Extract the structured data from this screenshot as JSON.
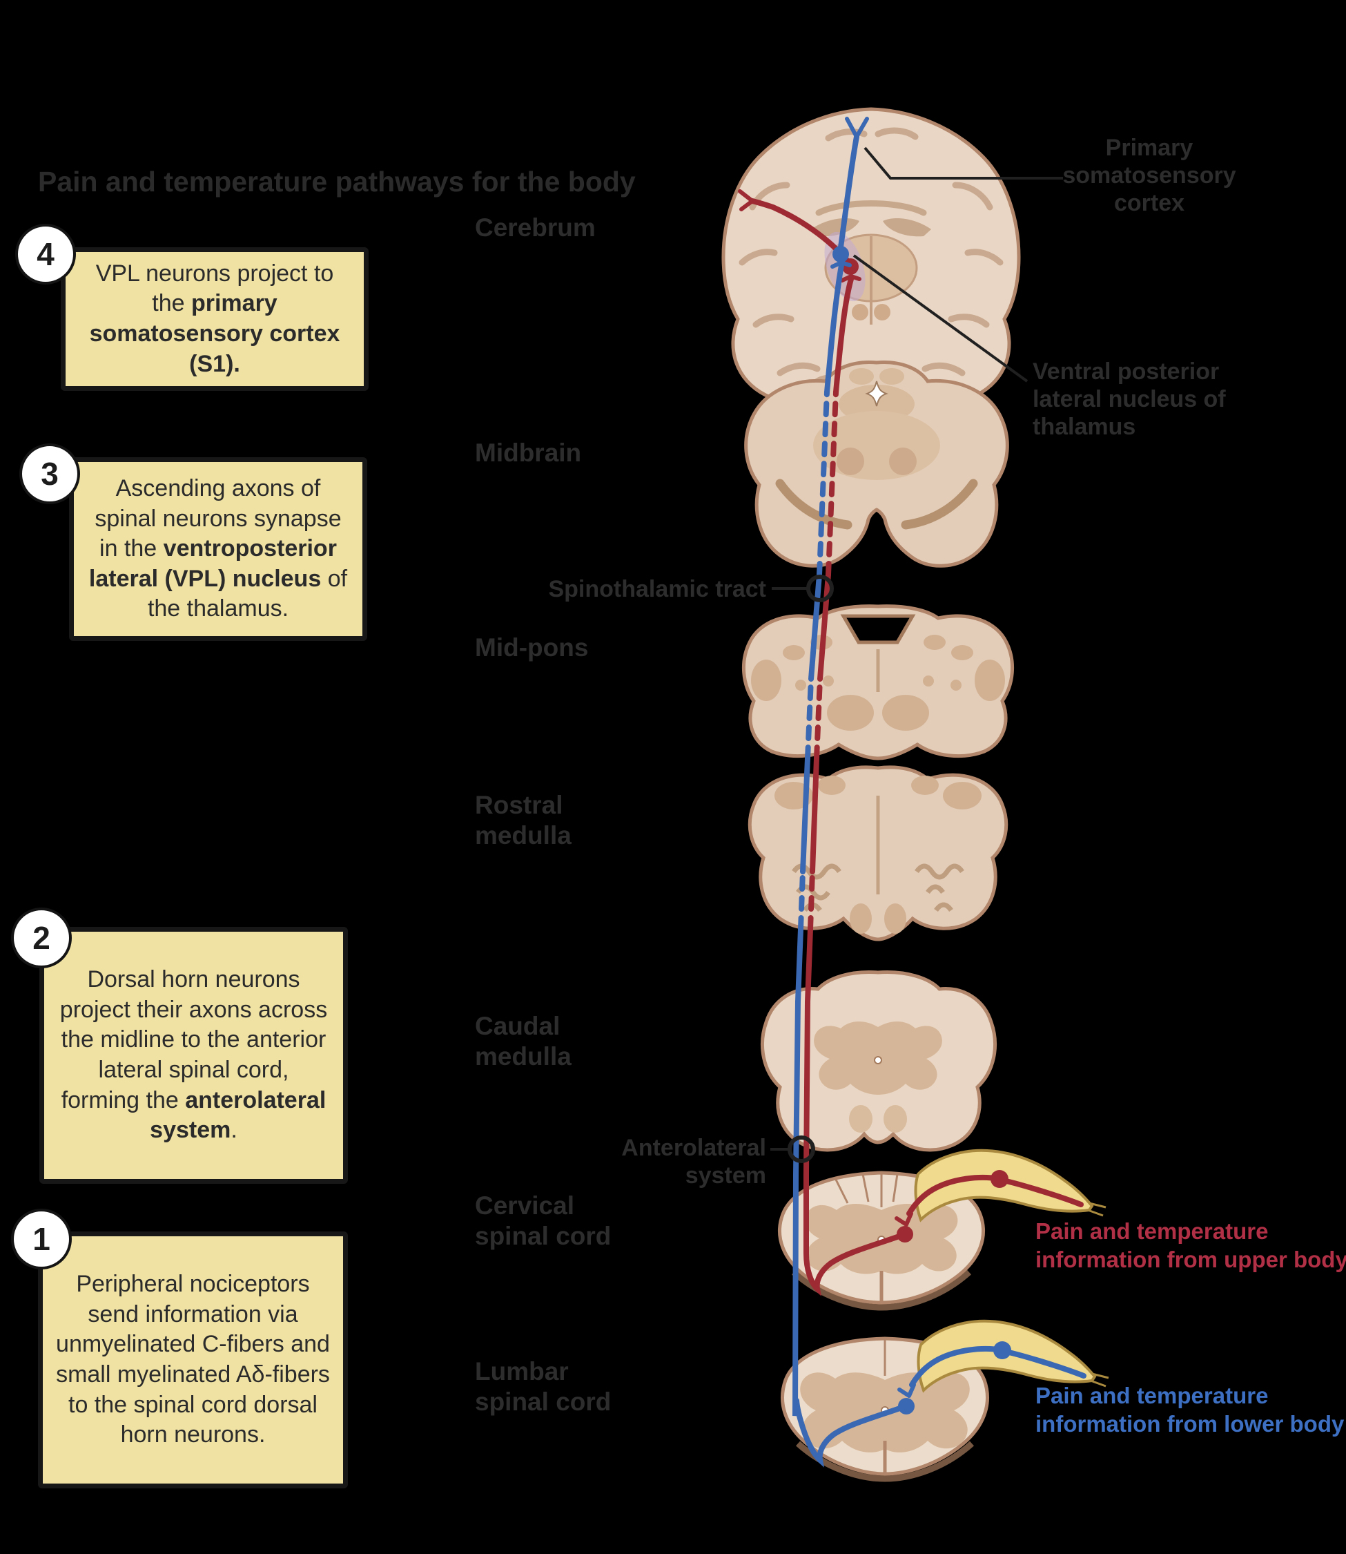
{
  "title": "Pain and temperature pathways for the body",
  "steps": [
    {
      "number": "1",
      "segments": [
        {
          "t": "Peripheral nociceptors send information via unmyelinated C-fibers and small myelinated Aδ-fibers to the spinal cord dorsal horn neurons.",
          "b": false
        }
      ]
    },
    {
      "number": "2",
      "segments": [
        {
          "t": "Dorsal horn neurons project their axons across the midline to the anterior lateral spinal cord, forming the ",
          "b": false
        },
        {
          "t": "anterolateral system",
          "b": true
        },
        {
          "t": ".",
          "b": false
        }
      ]
    },
    {
      "number": "3",
      "segments": [
        {
          "t": "Ascending axons of spinal neurons synapse in the ",
          "b": false
        },
        {
          "t": "ventroposterior lateral (VPL) nucleus",
          "b": true
        },
        {
          "t": " of the thalamus.",
          "b": false
        }
      ]
    },
    {
      "number": "4",
      "segments": [
        {
          "t": "VPL neurons project to the ",
          "b": false
        },
        {
          "t": "primary somatosensory cortex (S1).",
          "b": true
        }
      ]
    }
  ],
  "section_labels": [
    "Cerebrum",
    "Midbrain",
    "Mid-pons",
    "Rostral medulla",
    "Caudal medulla",
    "Cervical spinal cord",
    "Lumbar spinal cord"
  ],
  "annotations": {
    "primary_cortex": "Primary somatosensory cortex",
    "vpl_nucleus": "Ventral posterior lateral nucleus of thalamus",
    "spinothalamic_tract": "Spinothalamic tract",
    "anterolateral_system": "Anterolateral system",
    "upper_body": "Pain and temperature information from upper body",
    "lower_body": "Pain and temperature information from lower body"
  },
  "colors": {
    "background": "#000000",
    "faint_label_text": "#2d2d2d",
    "step_box_fill": "#f0e2a2",
    "step_box_border": "#171717",
    "pathway_red": "#9e2b34",
    "pathway_blue": "#3a68b2",
    "label_red": "#b13046",
    "label_blue": "#3d6fc3",
    "brain_beige": "#e9d6c4",
    "brain_inner": "#cdab8d",
    "brain_outline": "#b1866a",
    "gray_matter": "#d6b698",
    "nerve_yellow": "#f0da8e",
    "nerve_outline": "#a98a3e",
    "vpl_highlight": "#bfa8d6"
  }
}
